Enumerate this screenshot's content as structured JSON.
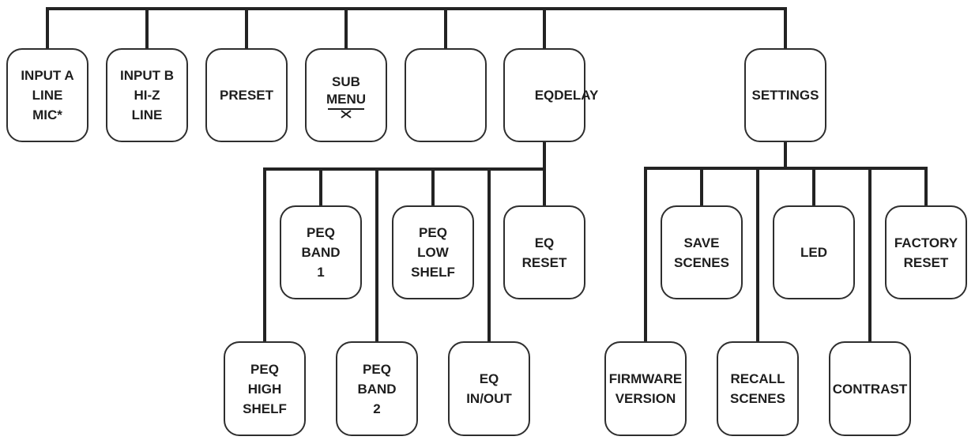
{
  "nodes": {
    "input_a": [
      "INPUT A",
      "LINE",
      "MIC*"
    ],
    "input_b": [
      "INPUT B",
      "HI-Z",
      "LINE"
    ],
    "preset": [
      "PRESET"
    ],
    "submenu": [
      "SUB",
      "MENU"
    ],
    "blank": [],
    "eqdelay": [
      "EQDELAY"
    ],
    "settings": [
      "SETTINGS"
    ],
    "peq_band_1": [
      "PEQ",
      "BAND",
      "1"
    ],
    "peq_low_shelf": [
      "PEQ",
      "LOW",
      "SHELF"
    ],
    "eq_reset": [
      "EQ",
      "RESET"
    ],
    "peq_high_shelf": [
      "PEQ",
      "HIGH",
      "SHELF"
    ],
    "peq_band_2": [
      "PEQ",
      "BAND",
      "2"
    ],
    "eq_in_out": [
      "EQ",
      "IN/OUT"
    ],
    "save_scenes": [
      "SAVE",
      "SCENES"
    ],
    "led": [
      "LED"
    ],
    "factory_reset": [
      "FACTORY",
      "RESET"
    ],
    "firmware_version": [
      "FIRMWARE",
      "VERSION"
    ],
    "recall_scenes": [
      "RECALL",
      "SCENES"
    ],
    "contrast": [
      "CONTRAST"
    ]
  },
  "colors": {
    "line": "#232323",
    "box_border": "#2e2e2e",
    "text": "#1e1e1e",
    "background": "#ffffff"
  },
  "icons": {
    "submenu_glyph": "submenu-x-icon"
  }
}
